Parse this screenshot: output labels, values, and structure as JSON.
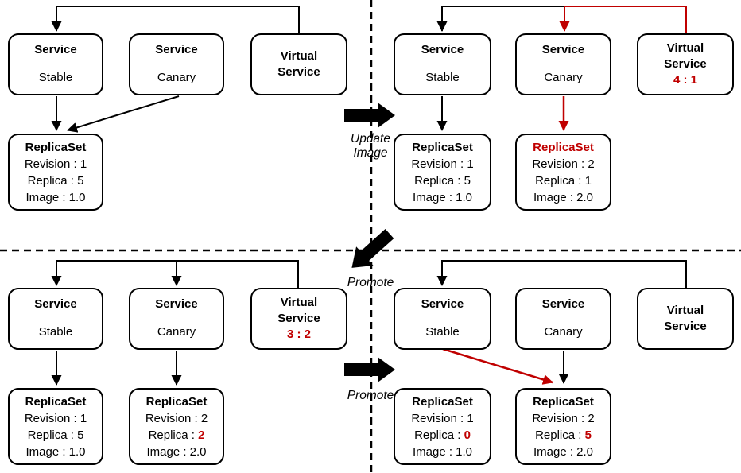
{
  "colors": {
    "highlight_red": "#c00000",
    "line_black": "#000000"
  },
  "panels": [
    {
      "services": [
        {
          "title": "Service",
          "subtitle": "Stable"
        },
        {
          "title": "Service",
          "subtitle": "Canary"
        }
      ],
      "virtual_service": {
        "title": "Virtual\nService",
        "ratio": "",
        "ratio_red": "false"
      },
      "replicasets": [
        {
          "title": "ReplicaSet",
          "title_red": "false",
          "rows": [
            {
              "label": "Revision : ",
              "value": "1",
              "red": "false"
            },
            {
              "label": "Replica : ",
              "value": "5",
              "red": "false"
            },
            {
              "label": "Image : ",
              "value": "1.0",
              "red": "false"
            }
          ]
        }
      ]
    },
    {
      "services": [
        {
          "title": "Service",
          "subtitle": "Stable"
        },
        {
          "title": "Service",
          "subtitle": "Canary"
        }
      ],
      "virtual_service": {
        "title": "Virtual\nService",
        "ratio": "4 : 1",
        "ratio_red": "true"
      },
      "replicasets": [
        {
          "title": "ReplicaSet",
          "title_red": "false",
          "rows": [
            {
              "label": "Revision : ",
              "value": "1",
              "red": "false"
            },
            {
              "label": "Replica : ",
              "value": "5",
              "red": "false"
            },
            {
              "label": "Image : ",
              "value": "1.0",
              "red": "false"
            }
          ]
        },
        {
          "title": "ReplicaSet",
          "title_red": "true",
          "rows": [
            {
              "label": "Revision : ",
              "value": "2",
              "red": "false"
            },
            {
              "label": "Replica : ",
              "value": "1",
              "red": "false"
            },
            {
              "label": "Image : ",
              "value": "2.0",
              "red": "false"
            }
          ]
        }
      ]
    },
    {
      "services": [
        {
          "title": "Service",
          "subtitle": "Stable"
        },
        {
          "title": "Service",
          "subtitle": "Canary"
        }
      ],
      "virtual_service": {
        "title": "Virtual\nService",
        "ratio": "3 : 2",
        "ratio_red": "true"
      },
      "replicasets": [
        {
          "title": "ReplicaSet",
          "title_red": "false",
          "rows": [
            {
              "label": "Revision : ",
              "value": "1",
              "red": "false"
            },
            {
              "label": "Replica : ",
              "value": "5",
              "red": "false"
            },
            {
              "label": "Image : ",
              "value": "1.0",
              "red": "false"
            }
          ]
        },
        {
          "title": "ReplicaSet",
          "title_red": "false",
          "rows": [
            {
              "label": "Revision : ",
              "value": "2",
              "red": "false"
            },
            {
              "label": "Replica : ",
              "value": "2",
              "red": "true"
            },
            {
              "label": "Image : ",
              "value": "2.0",
              "red": "false"
            }
          ]
        }
      ]
    },
    {
      "services": [
        {
          "title": "Service",
          "subtitle": "Stable"
        },
        {
          "title": "Service",
          "subtitle": "Canary"
        }
      ],
      "virtual_service": {
        "title": "Virtual\nService",
        "ratio": "",
        "ratio_red": "false"
      },
      "replicasets": [
        {
          "title": "ReplicaSet",
          "title_red": "false",
          "rows": [
            {
              "label": "Revision : ",
              "value": "1",
              "red": "false"
            },
            {
              "label": "Replica : ",
              "value": "0",
              "red": "true"
            },
            {
              "label": "Image : ",
              "value": "1.0",
              "red": "false"
            }
          ]
        },
        {
          "title": "ReplicaSet",
          "title_red": "false",
          "rows": [
            {
              "label": "Revision : ",
              "value": "2",
              "red": "false"
            },
            {
              "label": "Replica : ",
              "value": "5",
              "red": "true"
            },
            {
              "label": "Image : ",
              "value": "2.0",
              "red": "false"
            }
          ]
        }
      ]
    }
  ],
  "transitions": [
    {
      "label": "Update\nImage"
    },
    {
      "label": "Promote"
    },
    {
      "label": "Promote"
    }
  ]
}
